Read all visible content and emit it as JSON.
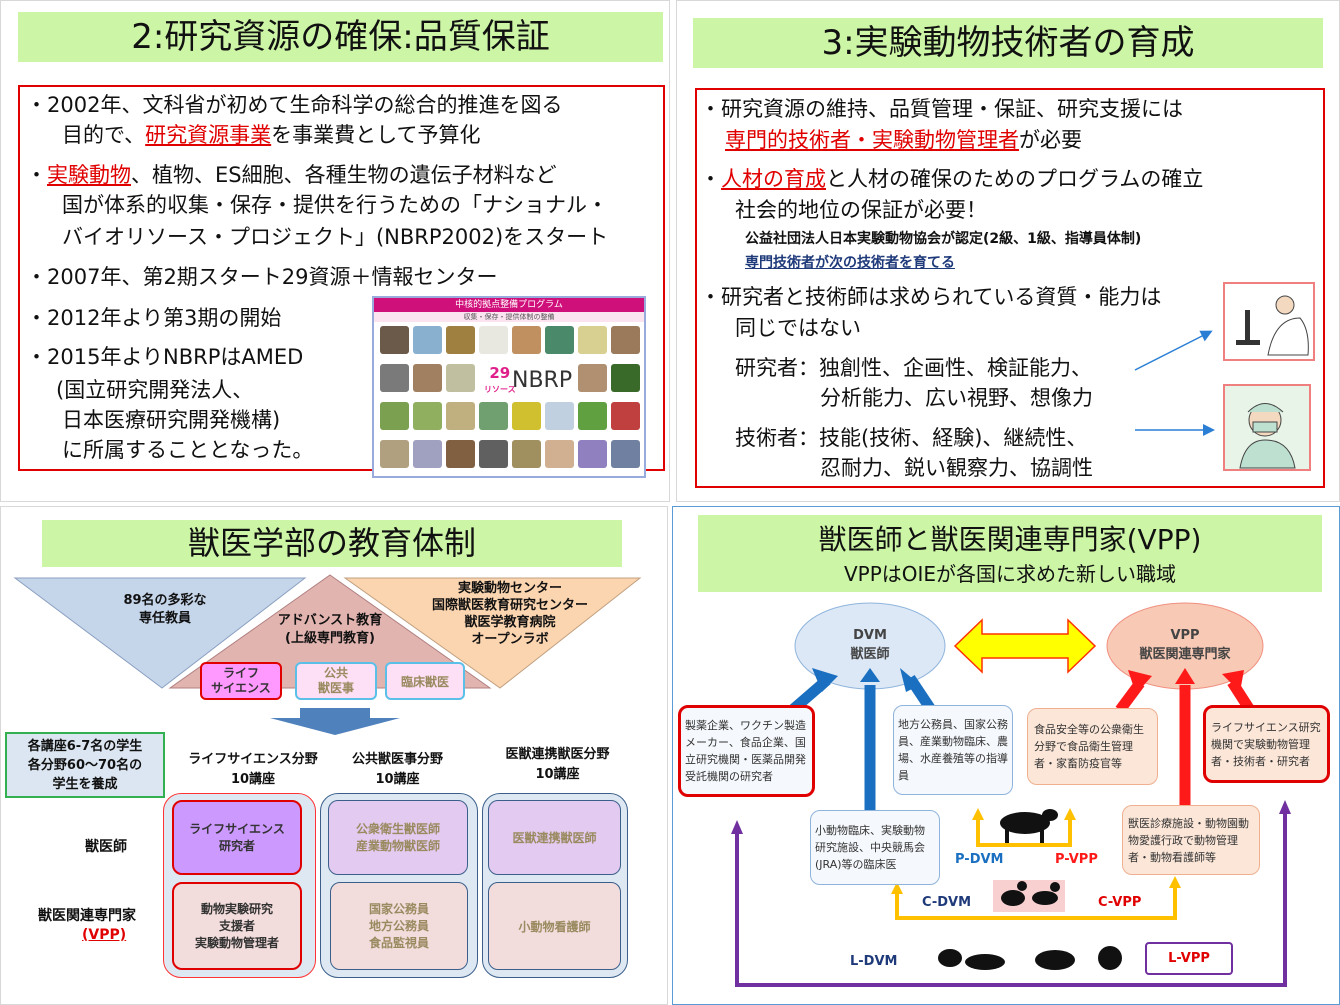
{
  "panel1": {
    "title": "2:研究資源の確保:品質保証",
    "l1": "・2002年、文科省が初めて生命科学の総合的推進を図る",
    "l2a": "目的で、",
    "l2b": "研究資源事業",
    "l2c": "を事業費として予算化",
    "l3a": "・",
    "l3b": "実験動物",
    "l3c": "、植物、ES細胞、各種生物の遺伝子材料など",
    "l4": "国が体系的収集・保存・提供を行うための「ナショナル・",
    "l5": "バイオリソース・プロジェクト」(NBRP2002)をスタート",
    "l6": "・2007年、第2期スタート29資源＋情報センター",
    "l7": "・2012年より第3期の開始",
    "l8": "・2015年よりNBRPはAMED",
    "l9": "(国立研究開発法人、",
    "l10": "日本医療研究開発機構)",
    "l11": "に所属することとなった。",
    "nbrp": {
      "header": "中核的拠点整備プログラム",
      "sub": "収集・保存・提供体制の整備",
      "count": "29",
      "count_unit": "リソース",
      "logo": "NBRP"
    }
  },
  "panel2": {
    "title": "3:実験動物技術者の育成",
    "l1": "・研究資源の維持、品質管理・保証、研究支援には",
    "l2a": "専門的技術者・実験動物管理者",
    "l2b": "が必要",
    "l3a": "・",
    "l3b": "人材の育成",
    "l3c": "と人材の確保のためのプログラムの確立",
    "l4": "社会的地位の保証が必要！",
    "l5": "公益社団法人日本実験動物協会が認定(2級、1級、指導員体制)",
    "l6": "専門技術者が次の技術者を育てる",
    "l7": "・研究者と技術師は求められている資質・能力は",
    "l8": "同じではない",
    "l9": "研究者：独創性、企画性、検証能力、",
    "l10": "分析能力、広い視野、想像力",
    "l11": "技術者：技能(技術、経験)、継続性、",
    "l12": "忍耐力、鋭い観察力、協調性"
  },
  "panel3": {
    "title": "獣医学部の教育体制",
    "tri_left": "89名の多彩な\n専任教員",
    "tri_mid": "アドバンスト教育\n(上級専門教育)",
    "tri_right": "実験動物センター\n国際獣医教育研究センター\n獣医学教育病院\nオープンラボ",
    "tags": [
      "ライフ\nサイエンス",
      "公共\n獣医事",
      "臨床獣医"
    ],
    "students": "各講座6-7名の学生\n各分野60～70名の\n学生を養成",
    "columns": [
      "ライフサイエンス分野\n10講座",
      "公共獣医事分野\n10講座",
      "医獣連携獣医分野\n10講座"
    ],
    "row_dvm": "獣医師",
    "row_vpp": "獣医関連専門家",
    "row_vpp_abbr": "(VPP)",
    "cells_dvm": [
      "ライフサイエンス\n研究者",
      "公衆衛生獣医師\n産業動物獣医師",
      "医獣連携獣医師"
    ],
    "cells_vpp": [
      "動物実験研究\n支援者\n実験動物管理者",
      "国家公務員\n地方公務員\n食品監視員",
      "小動物看護師"
    ]
  },
  "panel4": {
    "title": "獣医師と獣医関連専門家(VPP)",
    "subtitle": "VPPはOIEが各国に求めた新しい職域",
    "dvm": "DVM\n獣医師",
    "vpp": "VPP\n獣医関連専門家",
    "box_pharma": "製薬企業、ワクチン製造メーカー、食品企業、国立研究機関・医薬品開発受託機関の研究者",
    "box_public": "地方公務員、国家公務員、産業動物臨床、農場、水産養殖等の指導員",
    "box_food": "食品安全等の公衆衛生分野で食品衛生管理者・家畜防疫官等",
    "box_ls": "ライフサイエンス研究機関で実験動物管理者・技術者・研究者",
    "box_clinic": "小動物臨床、実験動物研究施設、中央競馬会(JRA)等の臨床医",
    "box_zoo": "獣医診療施設・動物園動物愛護行政で動物管理者・動物看護師等",
    "p_dvm": "P-DVM",
    "p_vpp": "P-VPP",
    "c_dvm": "C-DVM",
    "c_vpp": "C-VPP",
    "l_dvm": "L-DVM",
    "l_vpp": "L-VPP"
  },
  "colors": {
    "title_bg": "#ccf5a6",
    "accent_red": "#e00000",
    "dvm_blue": "#1a6fc0",
    "vpp_red": "#ff1a1a",
    "yellow": "#ffc000",
    "purple": "#7030a0"
  }
}
